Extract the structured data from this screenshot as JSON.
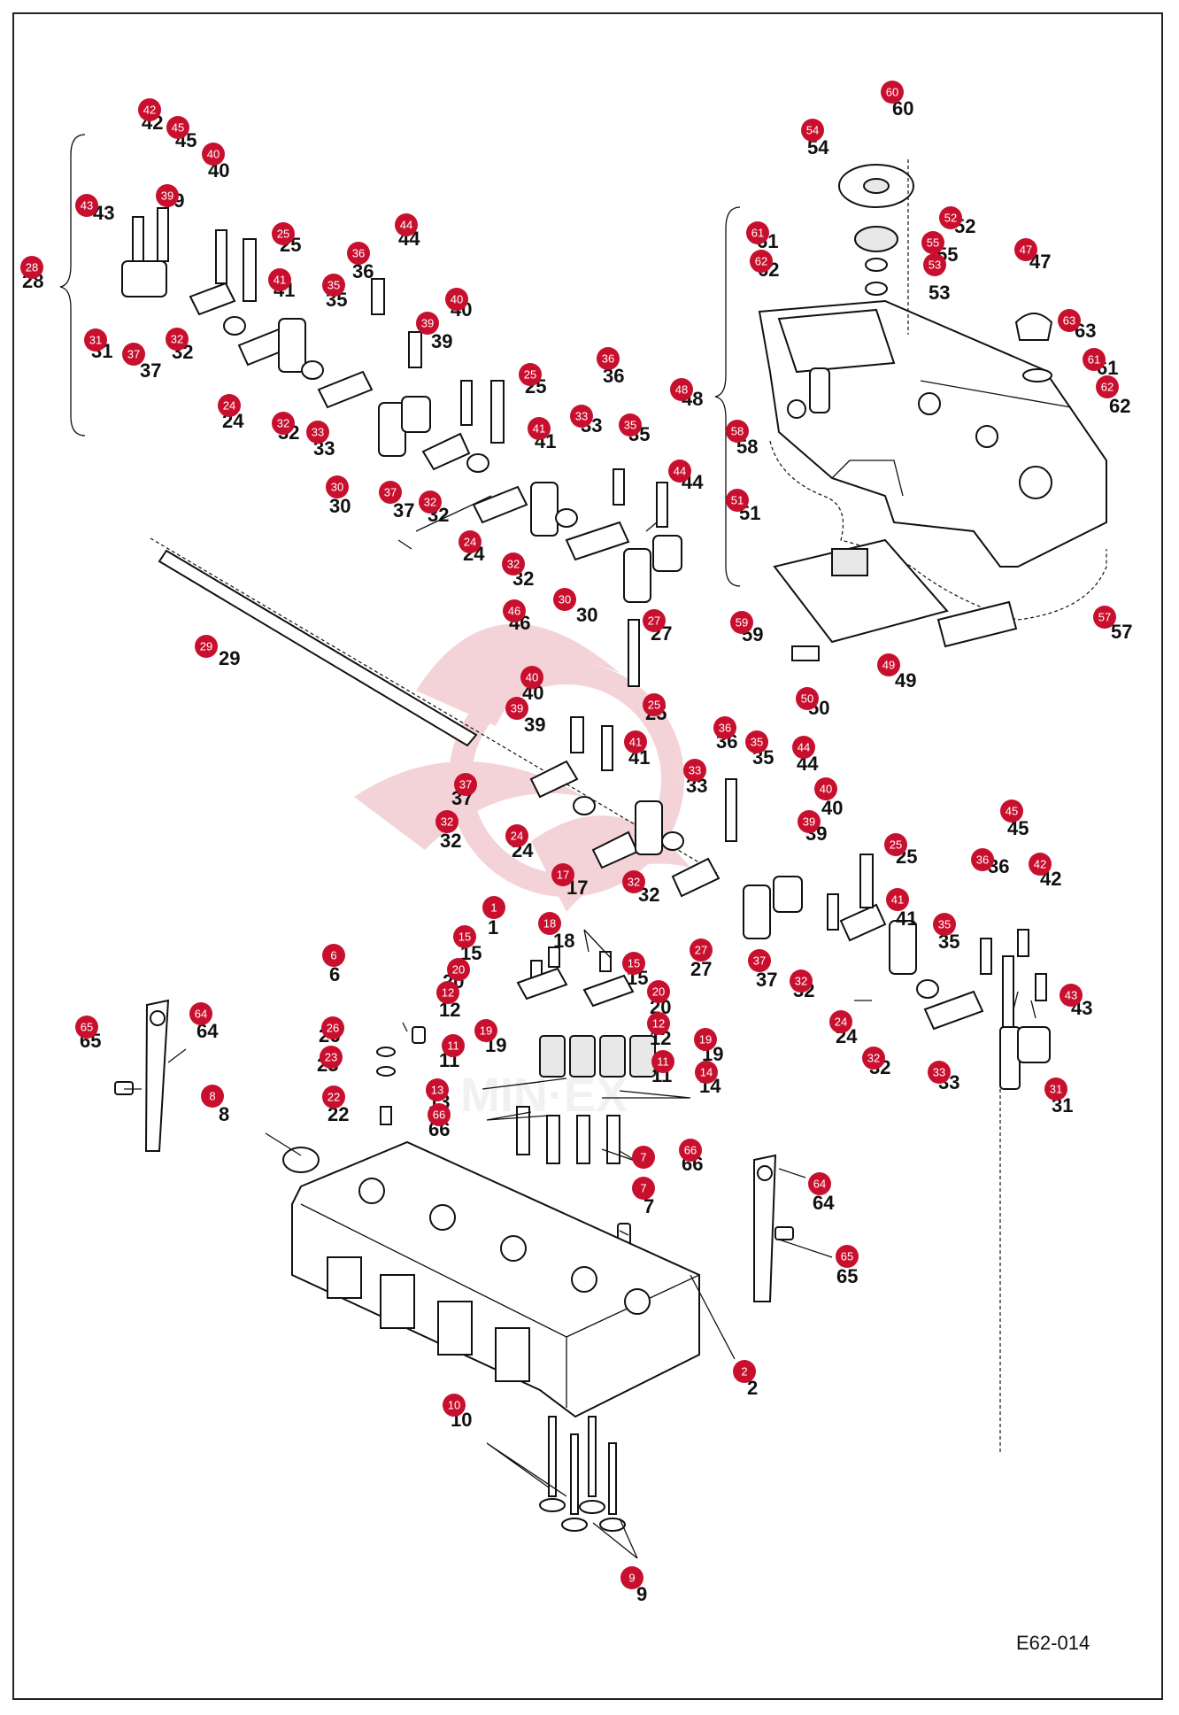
{
  "diagram_code": "E62-014",
  "watermark": "MIN·EX",
  "accent_color": "#c8102e",
  "callouts": [
    {
      "n": "42"
    },
    {
      "n": "45"
    },
    {
      "n": "40"
    },
    {
      "n": "43"
    },
    {
      "n": "39"
    },
    {
      "n": "28"
    },
    {
      "n": "25"
    },
    {
      "n": "36"
    },
    {
      "n": "44"
    },
    {
      "n": "41"
    },
    {
      "n": "35"
    },
    {
      "n": "40"
    },
    {
      "n": "39"
    },
    {
      "n": "31"
    },
    {
      "n": "37"
    },
    {
      "n": "32"
    },
    {
      "n": "24"
    },
    {
      "n": "32"
    },
    {
      "n": "33"
    },
    {
      "n": "25"
    },
    {
      "n": "36"
    },
    {
      "n": "48"
    },
    {
      "n": "30"
    },
    {
      "n": "37"
    },
    {
      "n": "32"
    },
    {
      "n": "41"
    },
    {
      "n": "33"
    },
    {
      "n": "35"
    },
    {
      "n": "44"
    },
    {
      "n": "24"
    },
    {
      "n": "32"
    },
    {
      "n": "30"
    },
    {
      "n": "46"
    },
    {
      "n": "29"
    },
    {
      "n": "27"
    },
    {
      "n": "40"
    },
    {
      "n": "39"
    },
    {
      "n": "25"
    },
    {
      "n": "41"
    },
    {
      "n": "37"
    },
    {
      "n": "32"
    },
    {
      "n": "24"
    },
    {
      "n": "36"
    },
    {
      "n": "35"
    },
    {
      "n": "33"
    },
    {
      "n": "44"
    },
    {
      "n": "40"
    },
    {
      "n": "39"
    },
    {
      "n": "32"
    },
    {
      "n": "25"
    },
    {
      "n": "45"
    },
    {
      "n": "42"
    },
    {
      "n": "36"
    },
    {
      "n": "17"
    },
    {
      "n": "1"
    },
    {
      "n": "18"
    },
    {
      "n": "15"
    },
    {
      "n": "15"
    },
    {
      "n": "20"
    },
    {
      "n": "12"
    },
    {
      "n": "20"
    },
    {
      "n": "12"
    },
    {
      "n": "19"
    },
    {
      "n": "19"
    },
    {
      "n": "11"
    },
    {
      "n": "11"
    },
    {
      "n": "14"
    },
    {
      "n": "13"
    },
    {
      "n": "66"
    },
    {
      "n": "66"
    },
    {
      "n": "7"
    },
    {
      "n": "7"
    },
    {
      "n": "27"
    },
    {
      "n": "37"
    },
    {
      "n": "32"
    },
    {
      "n": "41"
    },
    {
      "n": "35"
    },
    {
      "n": "43"
    },
    {
      "n": "24"
    },
    {
      "n": "32"
    },
    {
      "n": "33"
    },
    {
      "n": "31"
    },
    {
      "n": "6"
    },
    {
      "n": "26"
    },
    {
      "n": "23"
    },
    {
      "n": "22"
    },
    {
      "n": "8"
    },
    {
      "n": "65"
    },
    {
      "n": "64"
    },
    {
      "n": "64"
    },
    {
      "n": "65"
    },
    {
      "n": "2"
    },
    {
      "n": "10"
    },
    {
      "n": "9"
    },
    {
      "n": "60"
    },
    {
      "n": "54"
    },
    {
      "n": "52"
    },
    {
      "n": "55"
    },
    {
      "n": "53"
    },
    {
      "n": "61"
    },
    {
      "n": "62"
    },
    {
      "n": "47"
    },
    {
      "n": "63"
    },
    {
      "n": "61"
    },
    {
      "n": "62"
    },
    {
      "n": "58"
    },
    {
      "n": "51"
    },
    {
      "n": "57"
    },
    {
      "n": "59"
    },
    {
      "n": "49"
    },
    {
      "n": "50"
    }
  ]
}
